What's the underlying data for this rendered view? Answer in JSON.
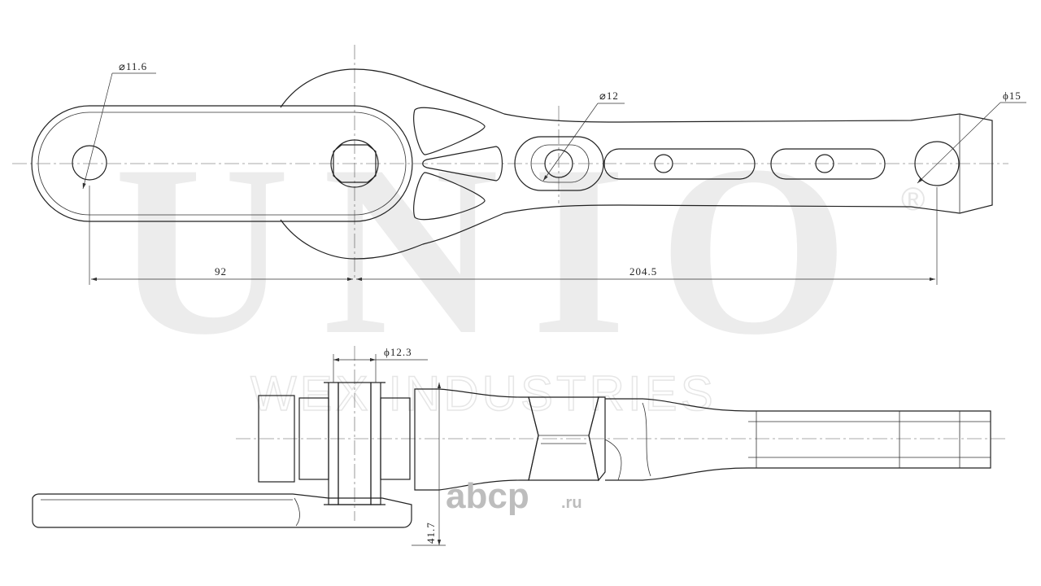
{
  "watermark": {
    "brand": "UNIO",
    "registered": "®",
    "subtitle": "WEX INDUSTRIES"
  },
  "logo": {
    "name": "abcp",
    "suffix": ".ru"
  },
  "dimensions": {
    "hole_left": "⌀11.6",
    "hole_mid": "⌀12",
    "hole_right": "ϕ15",
    "length_left": "92",
    "length_right": "204.5",
    "bushing_bore": "ϕ12.3",
    "height": "41.7"
  }
}
